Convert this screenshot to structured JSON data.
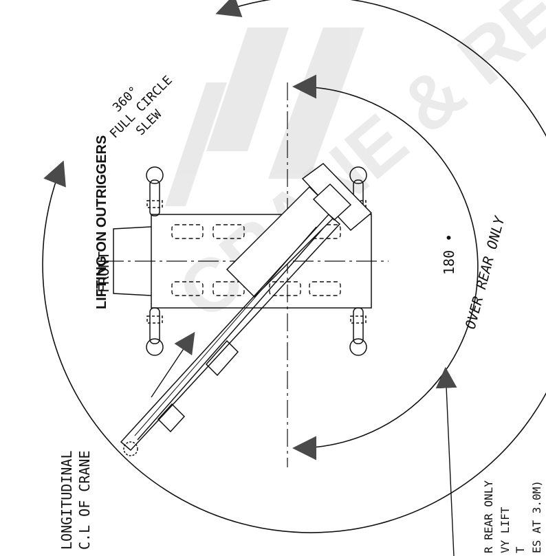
{
  "watermark": {
    "text": "CRANE & RENTAL",
    "color": "#c8c8c8"
  },
  "title": "LIFTING ON OUTRIGGERS",
  "slew": {
    "line1": "360°",
    "line2": "FULL CIRCLE",
    "line3": "SLEW"
  },
  "front_label": "FRONT",
  "rear_zone": {
    "angle_label": "180 •",
    "line1": "OVER REAR ONLY"
  },
  "longitudinal": {
    "line1": "LONGITUDINAL",
    "line2": "C.L OF CRANE"
  },
  "note": {
    "line1": "R REAR ONLY",
    "line2": "VY LIFT",
    "line3": "T",
    "line4": "ES AT 3.0M)"
  },
  "colors": {
    "ink": "#111111",
    "arrowhead": "#4a4a4a"
  }
}
